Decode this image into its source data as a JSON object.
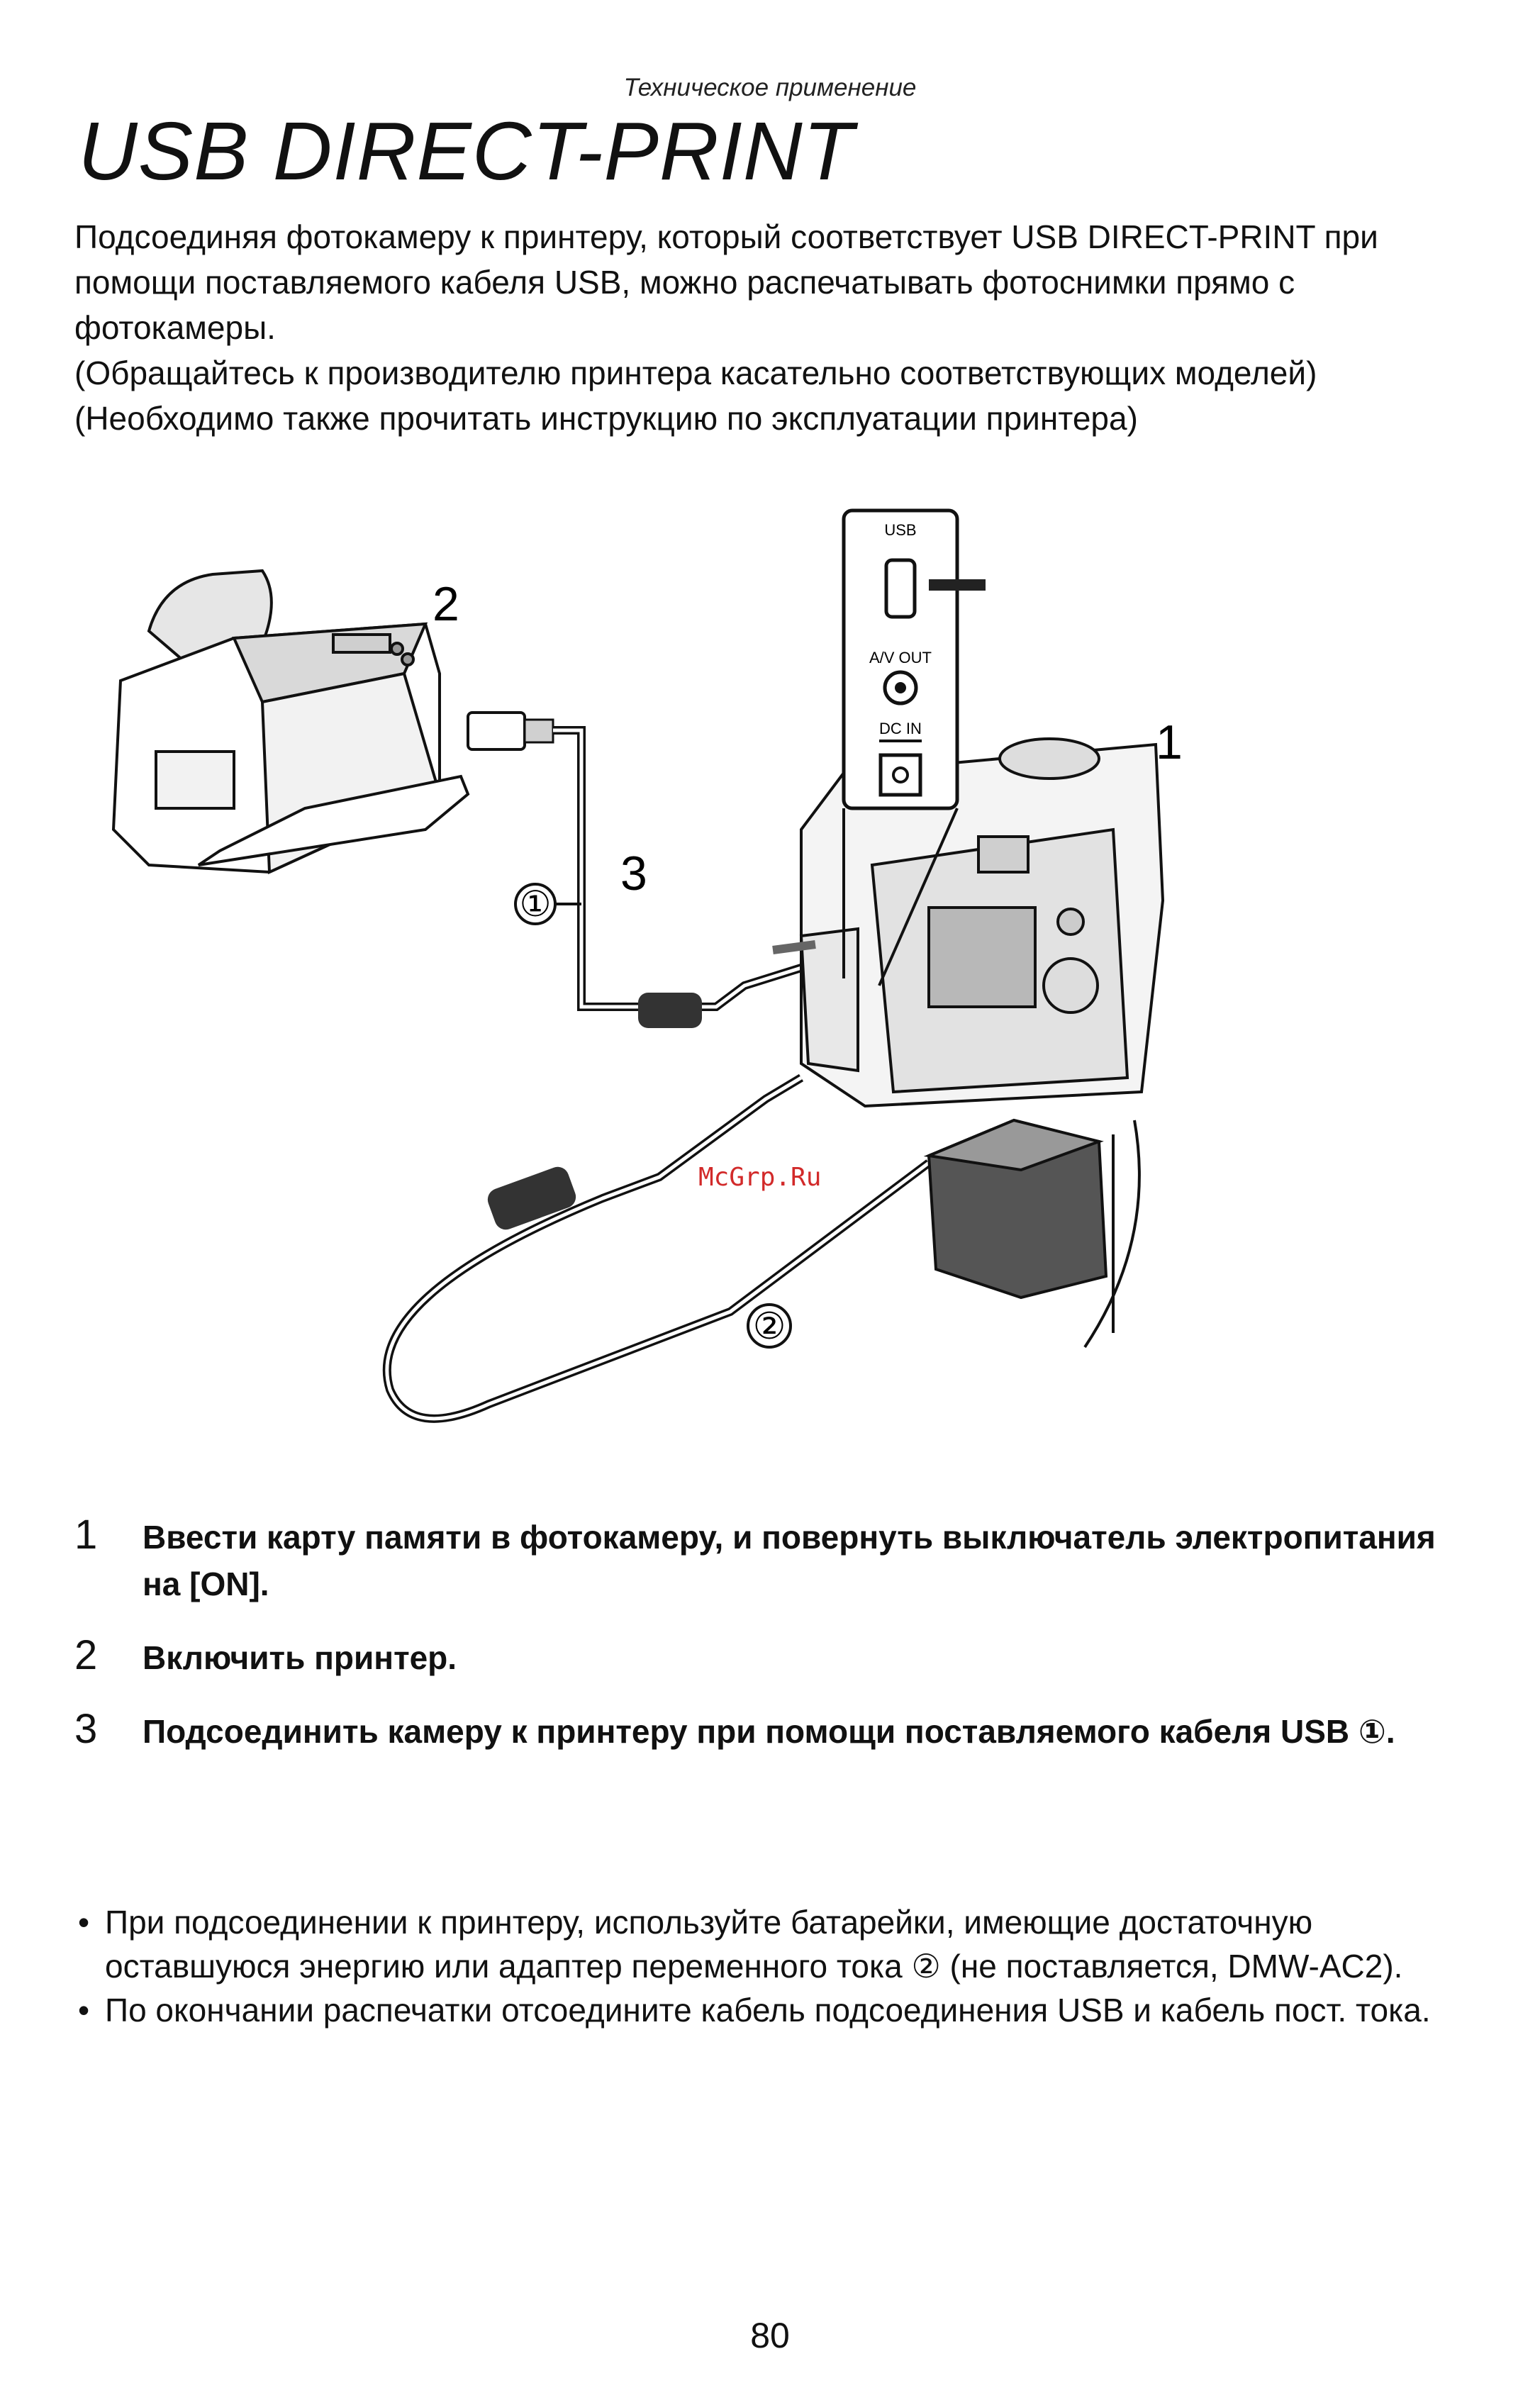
{
  "section_label": "Техническое применение",
  "title": "USB DIRECT-PRINT",
  "intro": [
    "Подсоединяя фотокамеру к принтеру, который соответствует USB DIRECT-PRINT при помощи поставляемого кабеля USB, можно распечатывать фотоснимки прямо с фотокамеры.",
    "(Обращайтесь к производителю принтера касательно соответствующих моделей)",
    "(Необходимо также прочитать инструкцию по эксплуатации принтера)"
  ],
  "diagram": {
    "port_labels": {
      "usb": "USB",
      "av_out": "A/V OUT",
      "dc_in": "DC IN"
    },
    "callouts": {
      "camera": "1",
      "printer": "2",
      "cable": "3",
      "usb_cable": "①",
      "ac_adapter": "②"
    }
  },
  "watermark": "McGrp.Ru",
  "steps": [
    {
      "number": "1",
      "text": "Ввести карту памяти в фотокамеру, и повернуть выключатель электропитания на [ON]."
    },
    {
      "number": "2",
      "text": "Включить принтер."
    },
    {
      "number": "3",
      "text": "Подсоединить камеру к принтеру при помощи поставляемого кабеля USB ①."
    }
  ],
  "notes": {
    "bullet": "•",
    "items": [
      "При подсоединении к принтеру, используйте батарейки, имеющие достаточную оставшуюся энергию или адаптер переменного тока ② (не поставляется, DMW-AC2).",
      "По окончании распечатки отсоедините кабель подсоединения USB и кабель пост. тока."
    ]
  },
  "page_number": "80"
}
